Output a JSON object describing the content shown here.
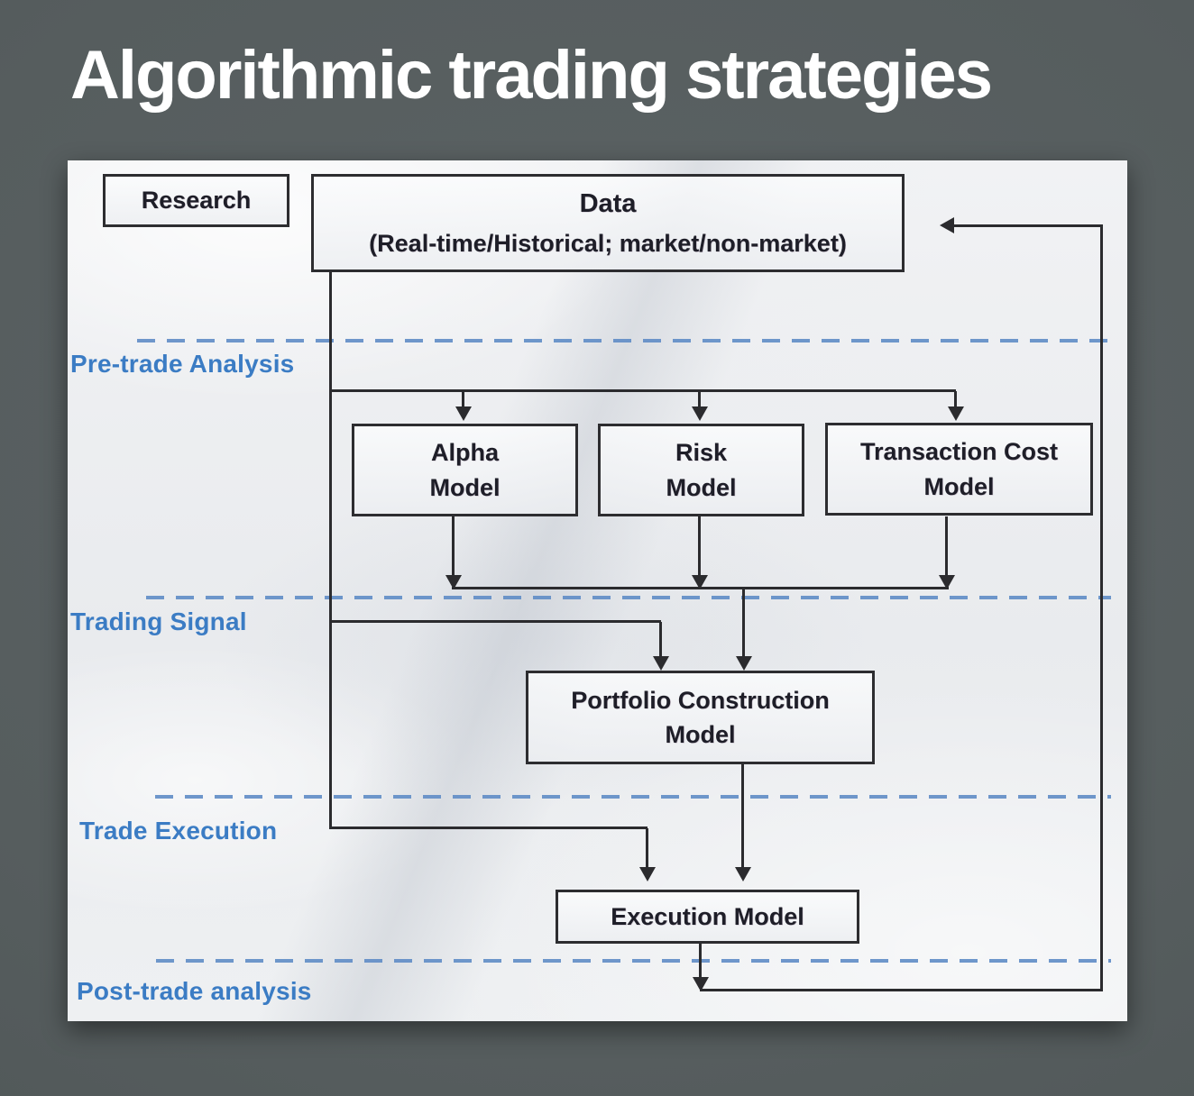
{
  "slide": {
    "title": "Algorithmic trading strategies"
  },
  "flowchart": {
    "research": {
      "label": "Research"
    },
    "data": {
      "title": "Data",
      "subtitle": "(Real-time/Historical; market/non-market)"
    },
    "alpha_model": {
      "line1": "Alpha",
      "line2": "Model"
    },
    "risk_model": {
      "line1": "Risk",
      "line2": "Model"
    },
    "transaction_cost_model": {
      "line1": "Transaction Cost",
      "line2": "Model"
    },
    "portfolio_construction_model": {
      "line1": "Portfolio Construction",
      "line2": "Model"
    },
    "execution_model": {
      "label": "Execution Model"
    },
    "stages": {
      "pre_trade": "Pre-trade Analysis",
      "trading_signal": "Trading Signal",
      "trade_execution": "Trade Execution",
      "post_trade": "Post-trade analysis"
    }
  },
  "colors": {
    "page_background": "#565d5e",
    "title_text": "#ffffff",
    "stage_label": "#3b7cc4",
    "stage_divider": "#5f8cc6",
    "connector": "#2b2b2e",
    "box_border": "#2d2d30",
    "box_text": "#1e1e28"
  }
}
